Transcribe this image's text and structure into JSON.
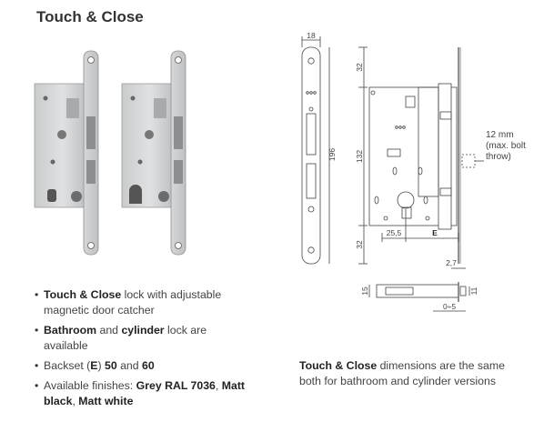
{
  "page": {
    "title": "Touch & Close"
  },
  "drawing": {
    "dim_top_width": "18",
    "dim_top_height": "32",
    "dim_mid_height": "132",
    "dim_bottom_height": "32",
    "dim_total_height": "196",
    "dim_backset_left": "25,5",
    "dim_backset": "E",
    "dim_faceplate_thickness": "2,7",
    "bolt_note_line1": "12 mm",
    "bolt_note_line2": "(max. bolt",
    "bolt_note_line3": "throw)",
    "dim_latch_h1": "15",
    "dim_latch_h2": "11",
    "dim_latch_gap": "0÷5"
  },
  "features": [
    {
      "bold": "Touch & Close",
      "text": " lock with adjustable magnetic door catcher"
    },
    {
      "bold1": "Bathroom",
      "mid": " and ",
      "bold2": "cylinder",
      "text": " lock are available"
    },
    {
      "pre": "Backset (",
      "bold1": "E",
      "mid": ") ",
      "bold2": "50",
      "mid2": " and ",
      "bold3": "60"
    },
    {
      "pre": "Available finishes: ",
      "bold1": "Grey RAL 7036",
      "mid": ", ",
      "bold2": "Matt black",
      "mid2": ", ",
      "bold3": "Matt white"
    }
  ],
  "note": {
    "bold": "Touch & Close",
    "text": " dimensions are the same both for bathroom and cylinder versions"
  }
}
